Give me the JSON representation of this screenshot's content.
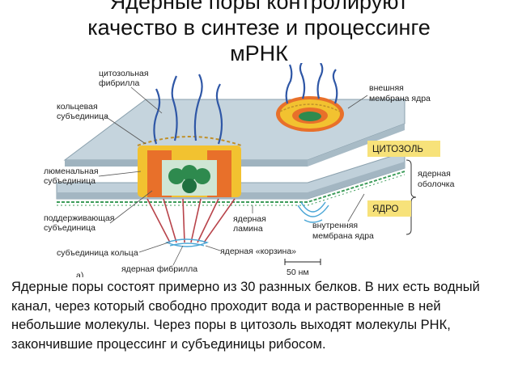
{
  "title": {
    "line1": "Ядерные поры контролируют",
    "line2": "качество в синтезе и процессинге",
    "line3": "мРНК"
  },
  "figure": {
    "labels": {
      "cytosolic_fibril": [
        "цитозольная",
        "фибрилла"
      ],
      "ring_subunit": [
        "кольцевая",
        "субъединица"
      ],
      "luminal_subunit": [
        "люменальная",
        "субъединица"
      ],
      "supporting_subunit": [
        "поддерживающая",
        "субъединица"
      ],
      "ring_subunit_bottom": "субъединица кольца",
      "nuclear_fibril": "ядерная фибрилла",
      "nuclear_lamina": [
        "ядерная",
        "ламина"
      ],
      "nuclear_basket": "ядерная «корзина»",
      "scale": "50 нм",
      "outer_membrane": [
        "внешняя",
        "мембрана ядра"
      ],
      "inner_membrane": [
        "внутренняя",
        "мембрана ядра"
      ],
      "cytosol": "ЦИТОЗОЛЬ",
      "nucleus": "ЯДРО",
      "nuclear_envelope": [
        "ядерная",
        "оболочка"
      ],
      "panel": "а)"
    },
    "colors": {
      "membrane": "#b9cad4",
      "membrane_edge": "#8aa0ad",
      "fibril": "#2f57a6",
      "nuclear_fibril": "#b8434a",
      "ring_yellow": "#f2c230",
      "ring_orange": "#e8702a",
      "center_green": "#2e8a4e",
      "lamina_green": "#3d9c5a",
      "box_yellow": "#f7e27a",
      "basket": "#4aa6d6"
    }
  },
  "body": {
    "text": "Ядерные поры состоят примерно из 30 разнных белков. В них есть водный канал, через который свободно проходит вода и растворенные в ней небольшие молекулы. Через поры в цитозоль выходят молекулы РНК, закончившие процессинг и субъединицы рибосом."
  }
}
